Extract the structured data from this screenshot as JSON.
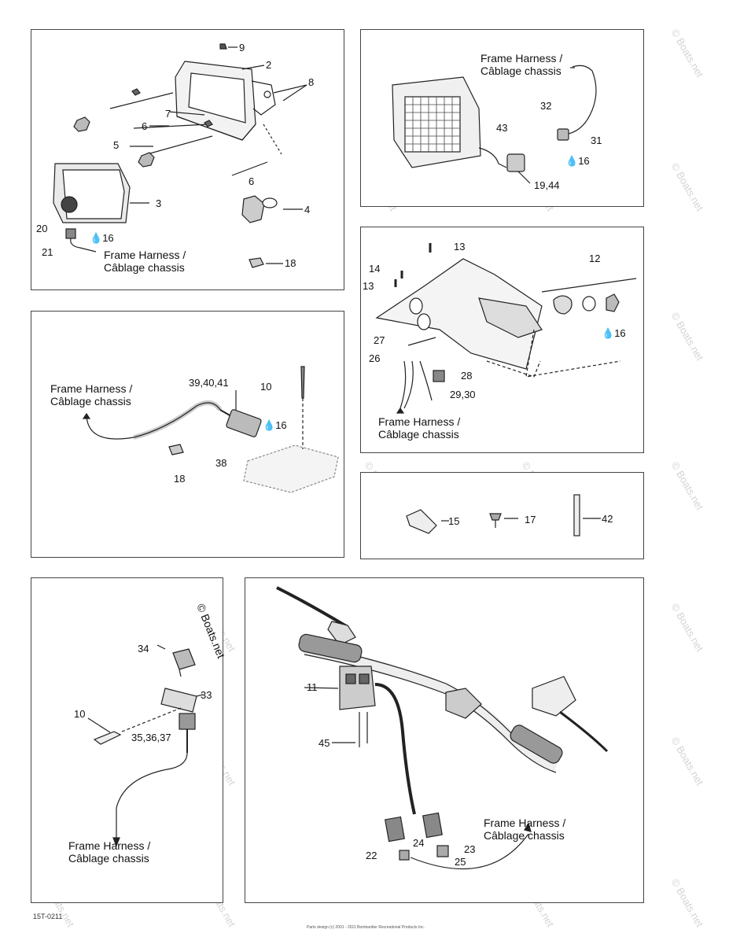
{
  "frame_harness": {
    "line1": "Frame Harness /",
    "line2": "Câblage chassis"
  },
  "watermark": "© Boats.net",
  "diagram_code": "15T-0211",
  "footer_text": "Parts design (c) 2001 - 2011 Bombardier Recreational Products Inc.",
  "copyright_mark": "© Boats.net",
  "panels": {
    "headlight": {
      "callouts": [
        "9",
        "2",
        "8",
        "7",
        "6",
        "5",
        "6",
        "3",
        "4",
        "20",
        "16",
        "21",
        "18"
      ]
    },
    "taillight": {
      "callouts": [
        "32",
        "43",
        "31",
        "16",
        "19,44"
      ]
    },
    "wiring": {
      "callouts": [
        "39,40,41",
        "10",
        "16",
        "38",
        "18"
      ]
    },
    "console": {
      "callouts": [
        "13",
        "14",
        "13",
        "12",
        "27",
        "16",
        "26",
        "28",
        "29,30"
      ]
    },
    "hardware": {
      "callouts": [
        "15",
        "17",
        "42"
      ]
    },
    "fuse": {
      "callouts": [
        "34",
        "33",
        "10",
        "35,36,37"
      ]
    },
    "handlebar": {
      "callouts": [
        "11",
        "45",
        "24",
        "23",
        "22",
        "25"
      ]
    }
  }
}
